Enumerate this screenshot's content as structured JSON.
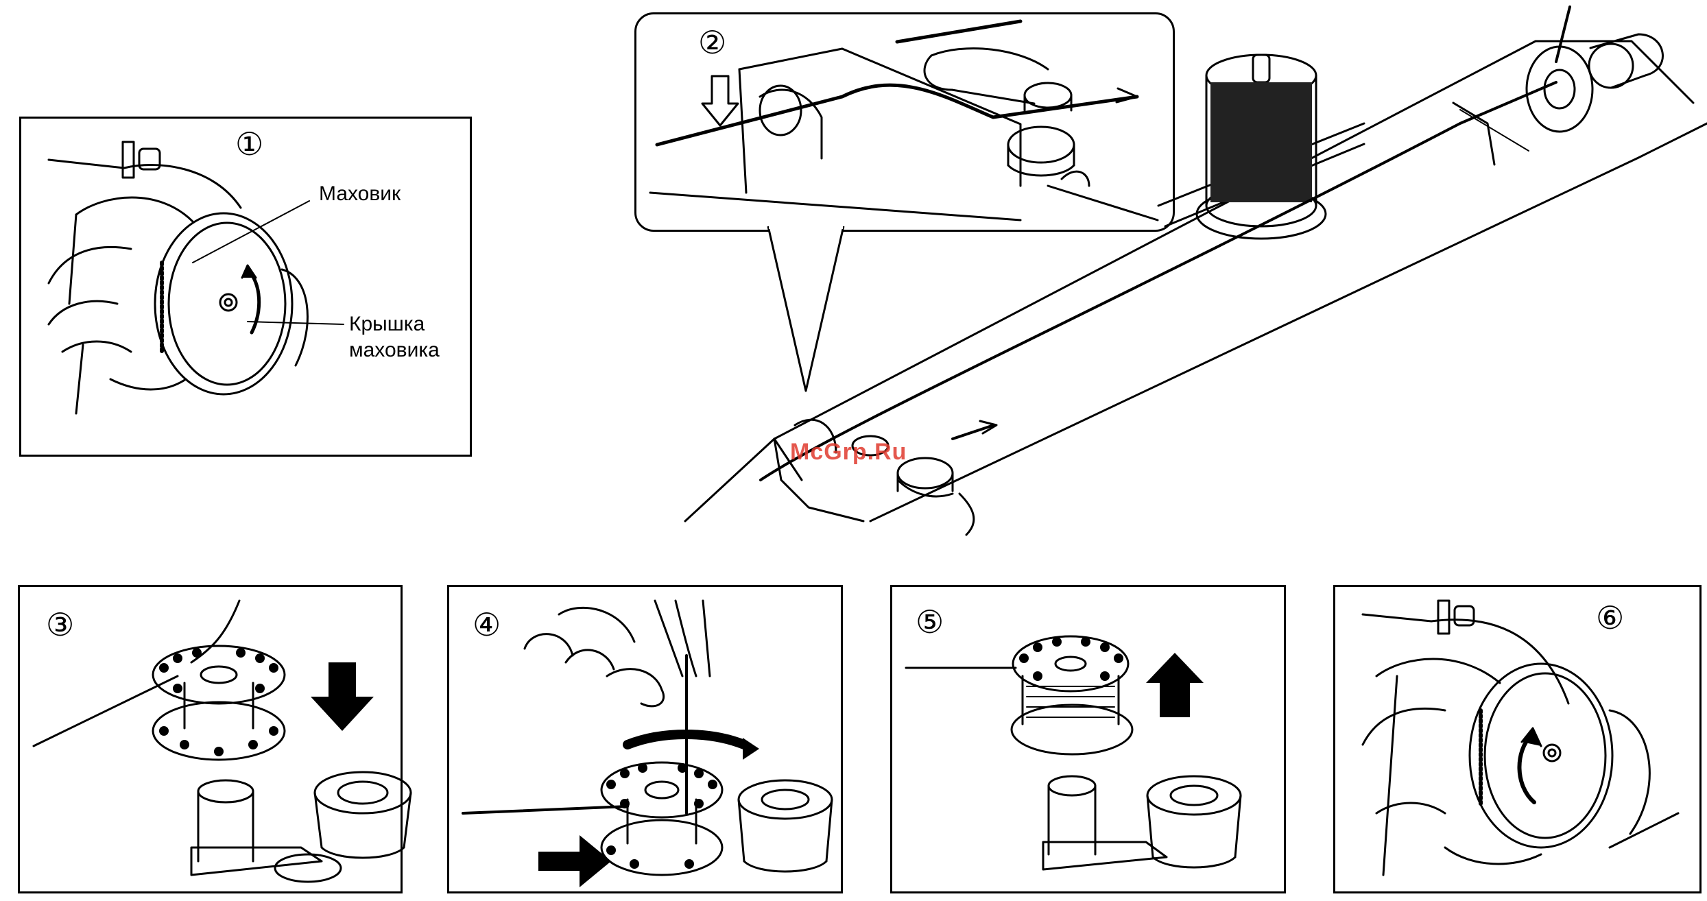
{
  "steps": {
    "s1": "①",
    "s2": "②",
    "s3": "③",
    "s4": "④",
    "s5": "⑤",
    "s6": "⑥"
  },
  "labels": {
    "handwheel": "Маховик",
    "handwheel_cover_line1": "Крышка",
    "handwheel_cover_line2": "маховика"
  },
  "watermark": "McGrp.Ru",
  "colors": {
    "line": "#000000",
    "watermark": "#e03a2e"
  }
}
